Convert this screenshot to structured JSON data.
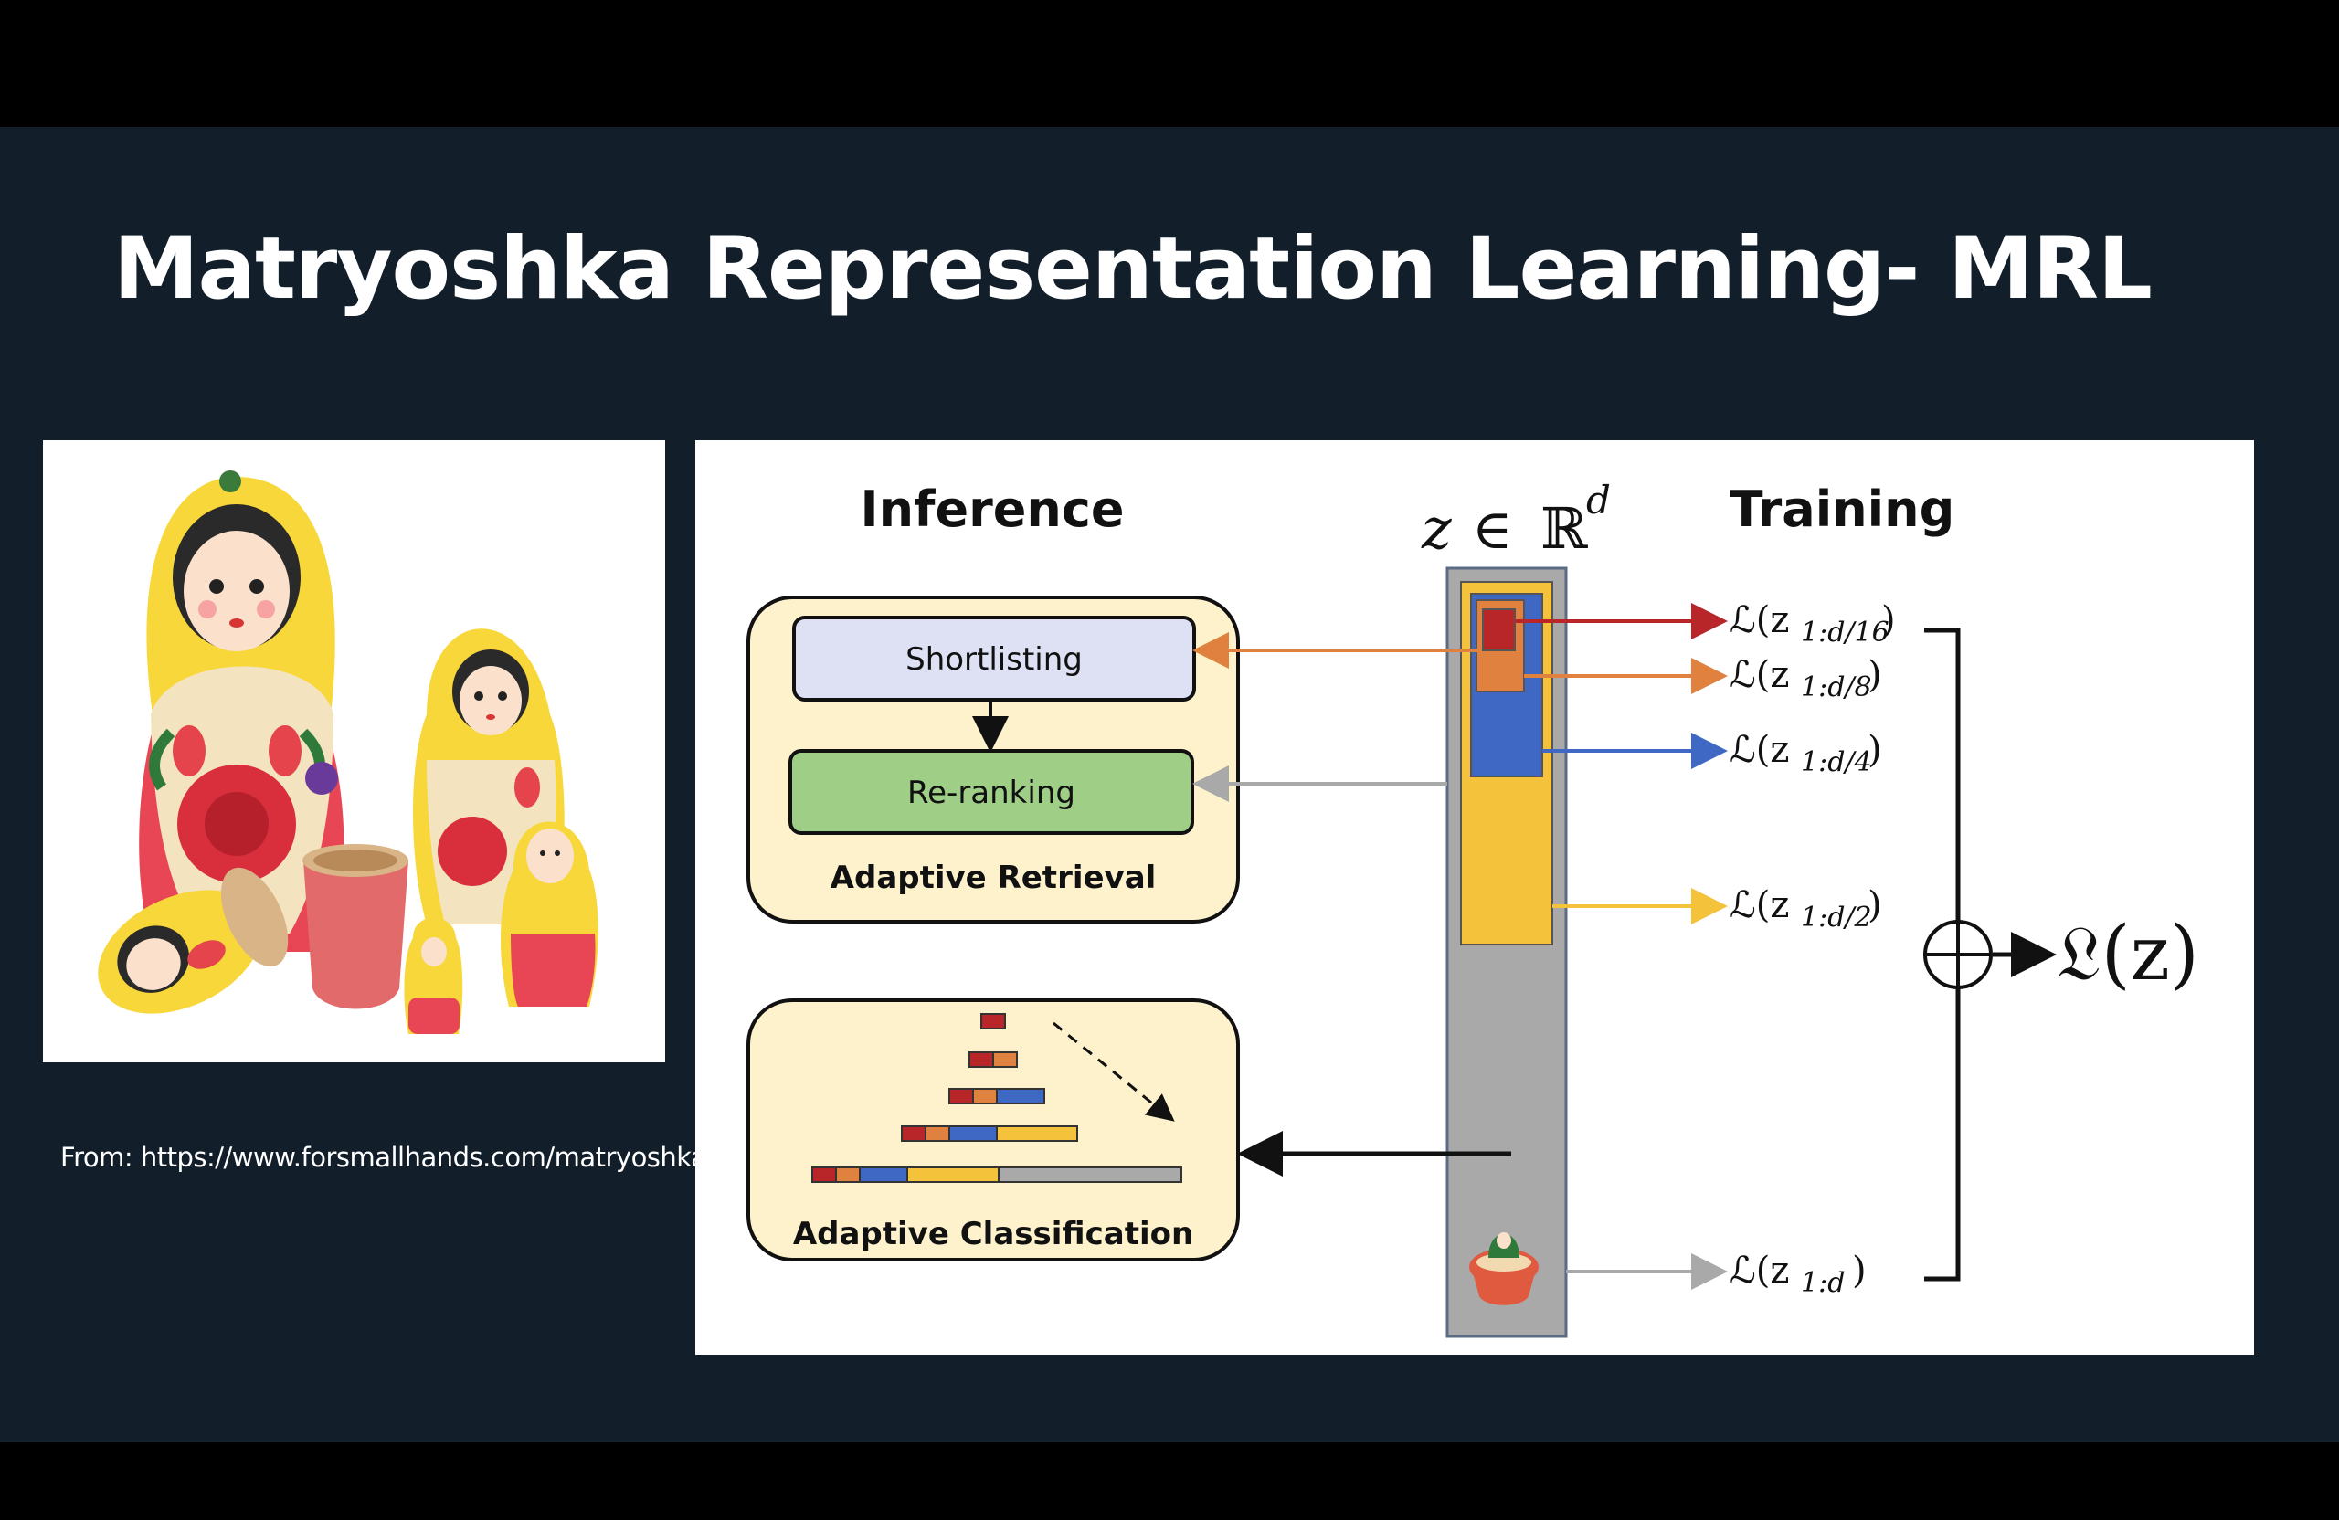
{
  "slide": {
    "title": "Matryoshka Representation Learning- MRL",
    "source_caption": "From: https://www.forsmallhands.com/matryoshka"
  },
  "figure": {
    "inference_heading": "Inference",
    "training_heading": "Training",
    "embedding_label": {
      "variable": "z",
      "symbol": "∈",
      "space": "ℝ",
      "superscript": "d"
    },
    "retrieval": {
      "shortlisting_label": "Shortlisting",
      "reranking_label": "Re-ranking",
      "panel_title": "Adaptive Retrieval"
    },
    "classification": {
      "panel_title": "Adaptive Classification"
    },
    "losses": [
      {
        "name": "ℒ(z",
        "subscript": "1:d/16",
        "close": ")"
      },
      {
        "name": "ℒ(z",
        "subscript": "1:d/8",
        "close": ")"
      },
      {
        "name": "ℒ(z",
        "subscript": "1:d/4",
        "close": ")"
      },
      {
        "name": "ℒ(z",
        "subscript": "1:d/2",
        "close": ")"
      },
      {
        "name": "ℒ(z",
        "subscript": "1:d",
        "close": ")"
      }
    ],
    "total_loss": "𝔏(z)",
    "sum_symbol": "⊕",
    "colors": {
      "red": "#b8262a",
      "orange": "#e0813f",
      "blue": "#3f68c4",
      "yellow": "#f5c23b",
      "gray": "#a9a9a9",
      "panel_fill": "#fdf2cc",
      "shortlist_fill": "#dde1f3",
      "rerank_fill": "#9fce87"
    }
  }
}
